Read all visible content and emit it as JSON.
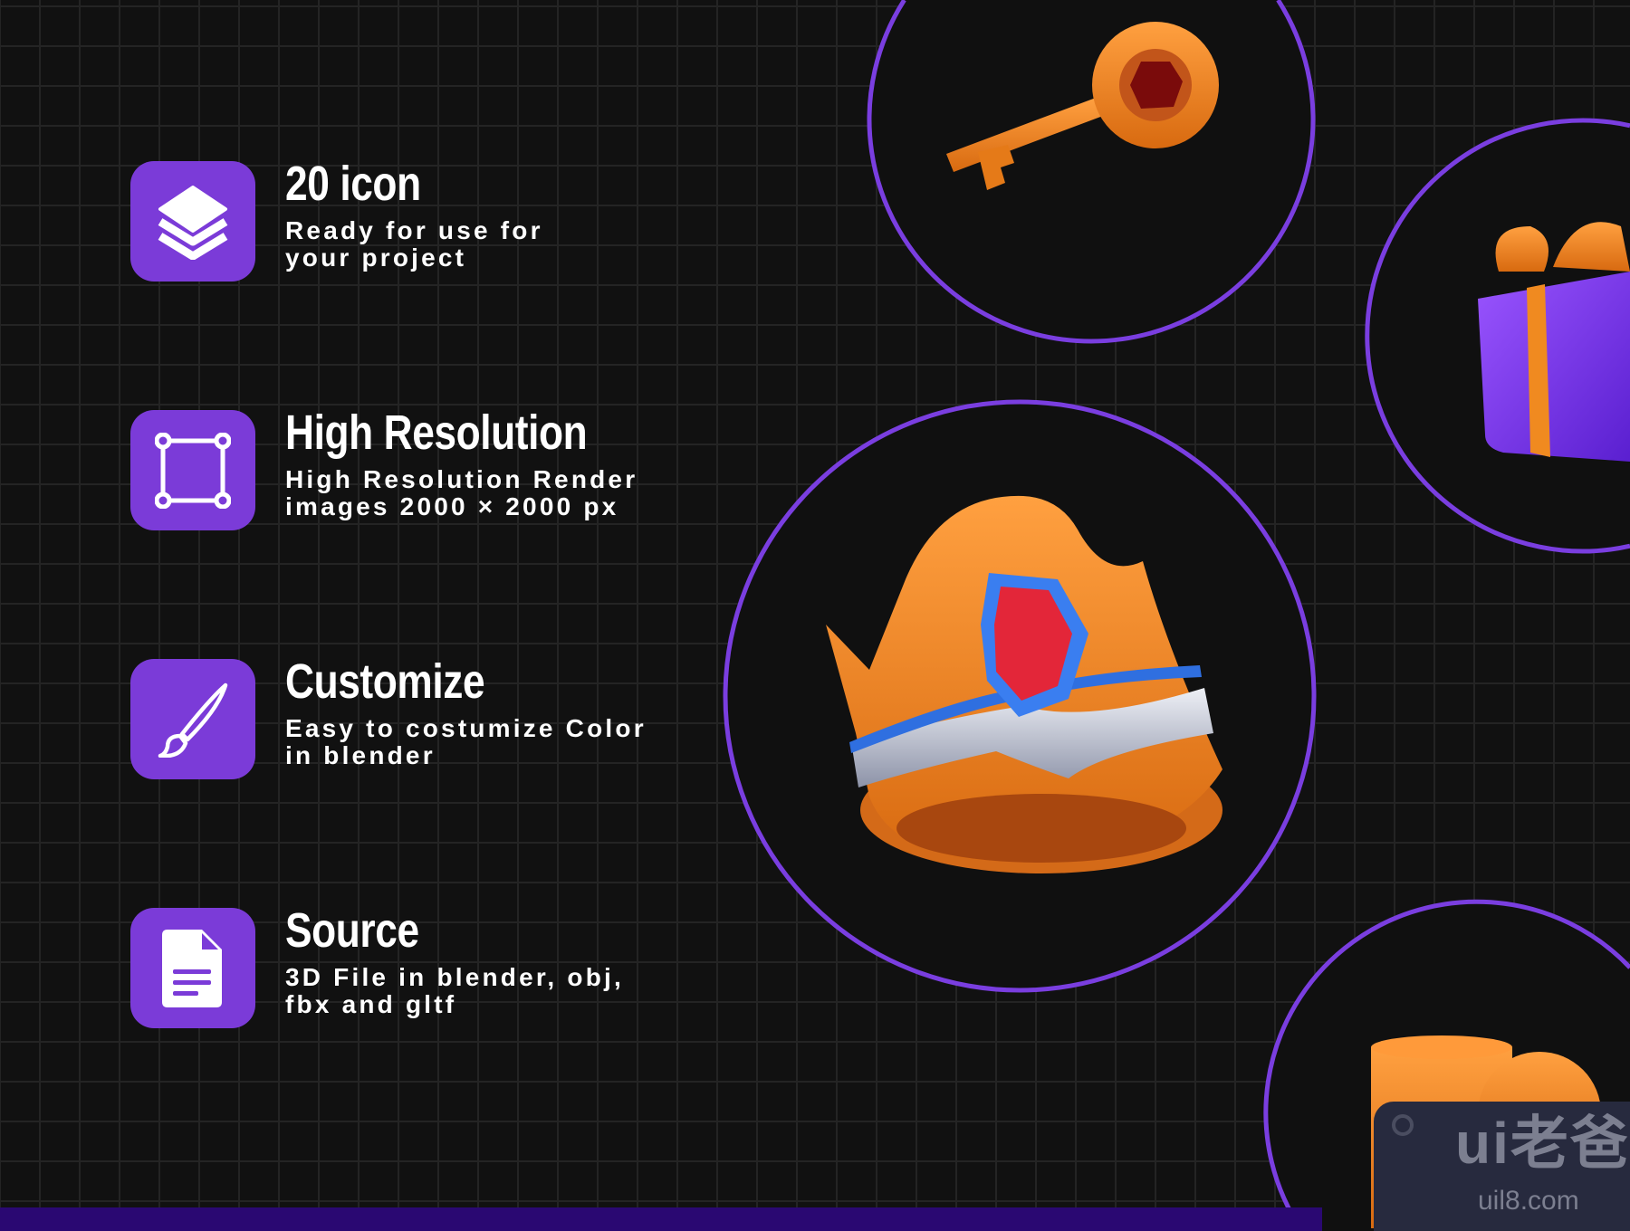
{
  "features": [
    {
      "title": "20 icon",
      "description": "Ready for use for\nyour project",
      "icon": "layers-icon"
    },
    {
      "title": "High Resolution",
      "description": "High Resolution Render\nimages 2000 × 2000 px",
      "icon": "bounding-box-icon"
    },
    {
      "title": "Customize",
      "description": "Easy to costumize Color\nin blender",
      "icon": "brush-icon"
    },
    {
      "title": "Source",
      "description": "3D File in blender, obj,\nfbx and gltf",
      "icon": "file-icon"
    }
  ],
  "showcase": [
    "key",
    "gift",
    "crown",
    "coins"
  ],
  "watermark": {
    "logo": "ui老爸",
    "url": "uil8.com"
  },
  "colors": {
    "accent": "#7b3bd8",
    "ring": "#7a3ee0",
    "background": "#111111",
    "orange": "#f28a25",
    "bar": "#2a0872"
  }
}
